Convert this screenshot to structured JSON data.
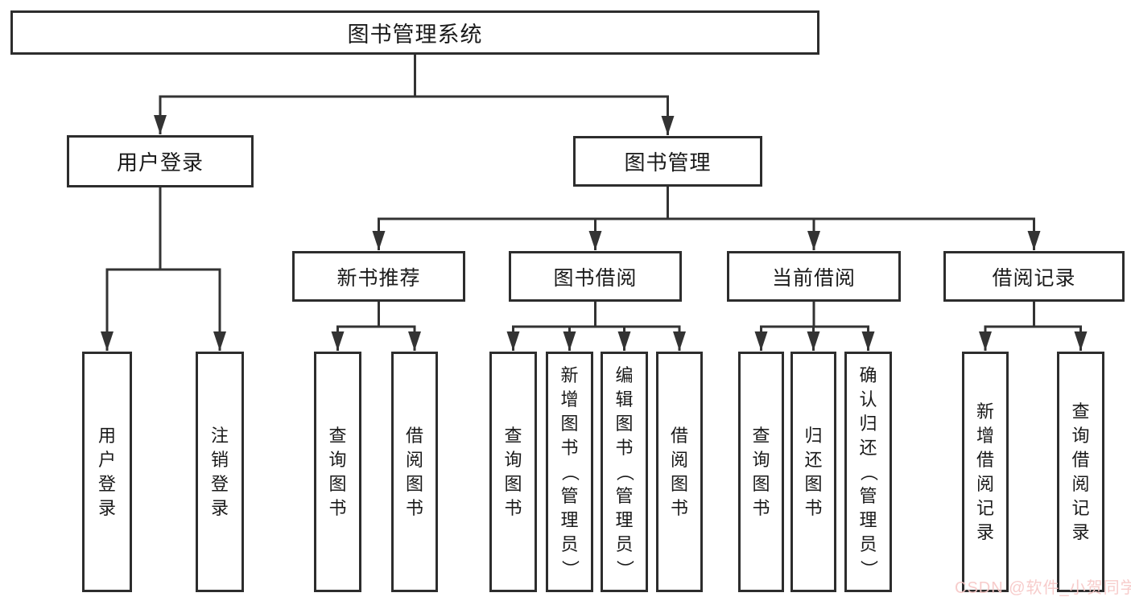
{
  "tree": {
    "label": "图书管理系统",
    "children": [
      {
        "label": "用户登录",
        "children": [
          {
            "label": "用户登录"
          },
          {
            "label": "注销登录"
          }
        ]
      },
      {
        "label": "图书管理",
        "children": [
          {
            "label": "新书推荐",
            "children": [
              {
                "label": "查询图书"
              },
              {
                "label": "借阅图书"
              }
            ]
          },
          {
            "label": "图书借阅",
            "children": [
              {
                "label": "查询图书"
              },
              {
                "label": "新增图书（管理员）"
              },
              {
                "label": "编辑图书（管理员）"
              },
              {
                "label": "借阅图书"
              }
            ]
          },
          {
            "label": "当前借阅",
            "children": [
              {
                "label": "查询图书"
              },
              {
                "label": "归还图书"
              },
              {
                "label": "确认归还（管理员）"
              }
            ]
          },
          {
            "label": "借阅记录",
            "children": [
              {
                "label": "新增借阅记录"
              },
              {
                "label": "查询借阅记录"
              }
            ]
          }
        ]
      }
    ]
  },
  "watermark": "CSDN @软件_小贺同学",
  "colors": {
    "line": "#333333",
    "box_border": "#2d2d2d",
    "box_background": "#ffffff",
    "text": "#1a1a1a",
    "watermark": "#f6c8c7"
  }
}
